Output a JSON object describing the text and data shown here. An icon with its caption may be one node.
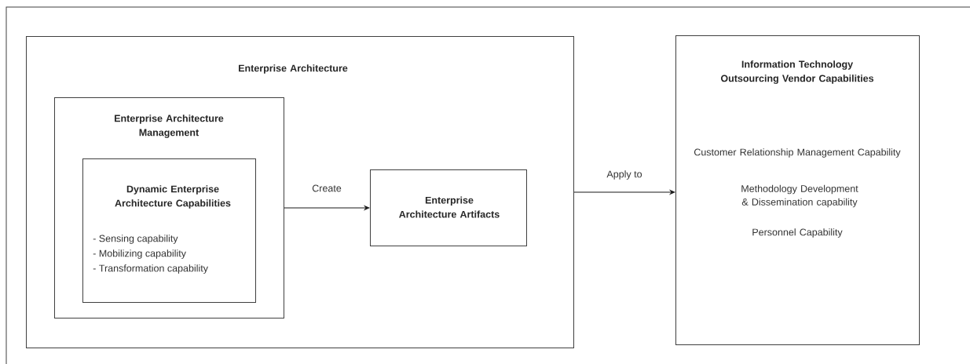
{
  "diagram": {
    "nodes": [
      {
        "text": [
          "Enterprise Architecture"
        ]
      },
      {
        "text": [
          "Enterprise Architecture Management"
        ],
        "in": 0
      },
      {
        "text": [
          "Dynamic Enterprise Architecture Capabilities",
          "- Sensing capability",
          "- Mobilizing capability",
          "- Transformation capability"
        ],
        "in": 1
      },
      {
        "text": [
          "Enterprise Architecture Artifacts"
        ],
        "in": 0
      },
      {
        "text": [
          "Information Technology Outsourcing Vendor Capabilities",
          "Customer Relationship Management Capability",
          "Methodology Development & Dissemination capability",
          "Personnel Capability"
        ]
      }
    ],
    "edges": [
      {
        "from": 1,
        "to": 3,
        "arrow": "to",
        "label": "Create"
      },
      {
        "from": 0,
        "to": 4,
        "arrow": "to",
        "label": "Apply to"
      }
    ]
  }
}
